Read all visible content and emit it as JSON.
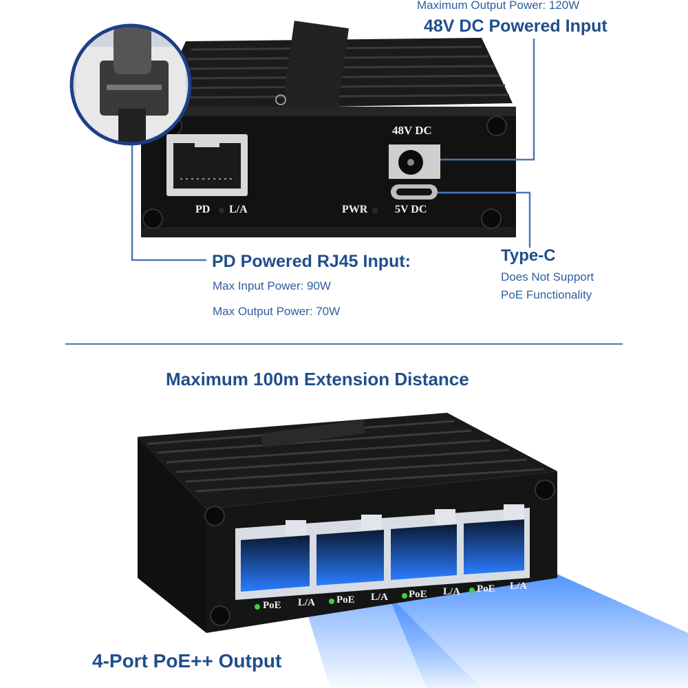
{
  "top": {
    "output_power_label": "Maximum Output Power: 120W",
    "dc_input_title": "48V DC Powered Input",
    "pd_title": "PD Powered RJ45 Input:",
    "pd_max_input": "Max Input Power: 90W",
    "pd_max_output": "Max Output Power: 70W",
    "typec_title": "Type-C",
    "typec_line1": "Does Not Support",
    "typec_line2": "PoE Functionality"
  },
  "device_back": {
    "label_48v": "48V DC",
    "label_pd": "PD",
    "label_la": "L/A",
    "label_pwr": "PWR",
    "label_5v": "5V DC"
  },
  "bottom": {
    "distance_title": "Maximum 100m Extension Distance",
    "output_title": "4-Port PoE++ Output"
  },
  "ports": [
    {
      "poe": "PoE",
      "la": "L/A"
    },
    {
      "poe": "PoE",
      "la": "L/A"
    },
    {
      "poe": "PoE",
      "la": "L/A"
    },
    {
      "poe": "PoE",
      "la": "L/A"
    }
  ],
  "colors": {
    "heading_blue": "#1f4e8c",
    "text_blue": "#2f5e9e",
    "callout_line": "#4a78b8",
    "device_black": "#141414",
    "glow_blue": "#2f7fff"
  }
}
